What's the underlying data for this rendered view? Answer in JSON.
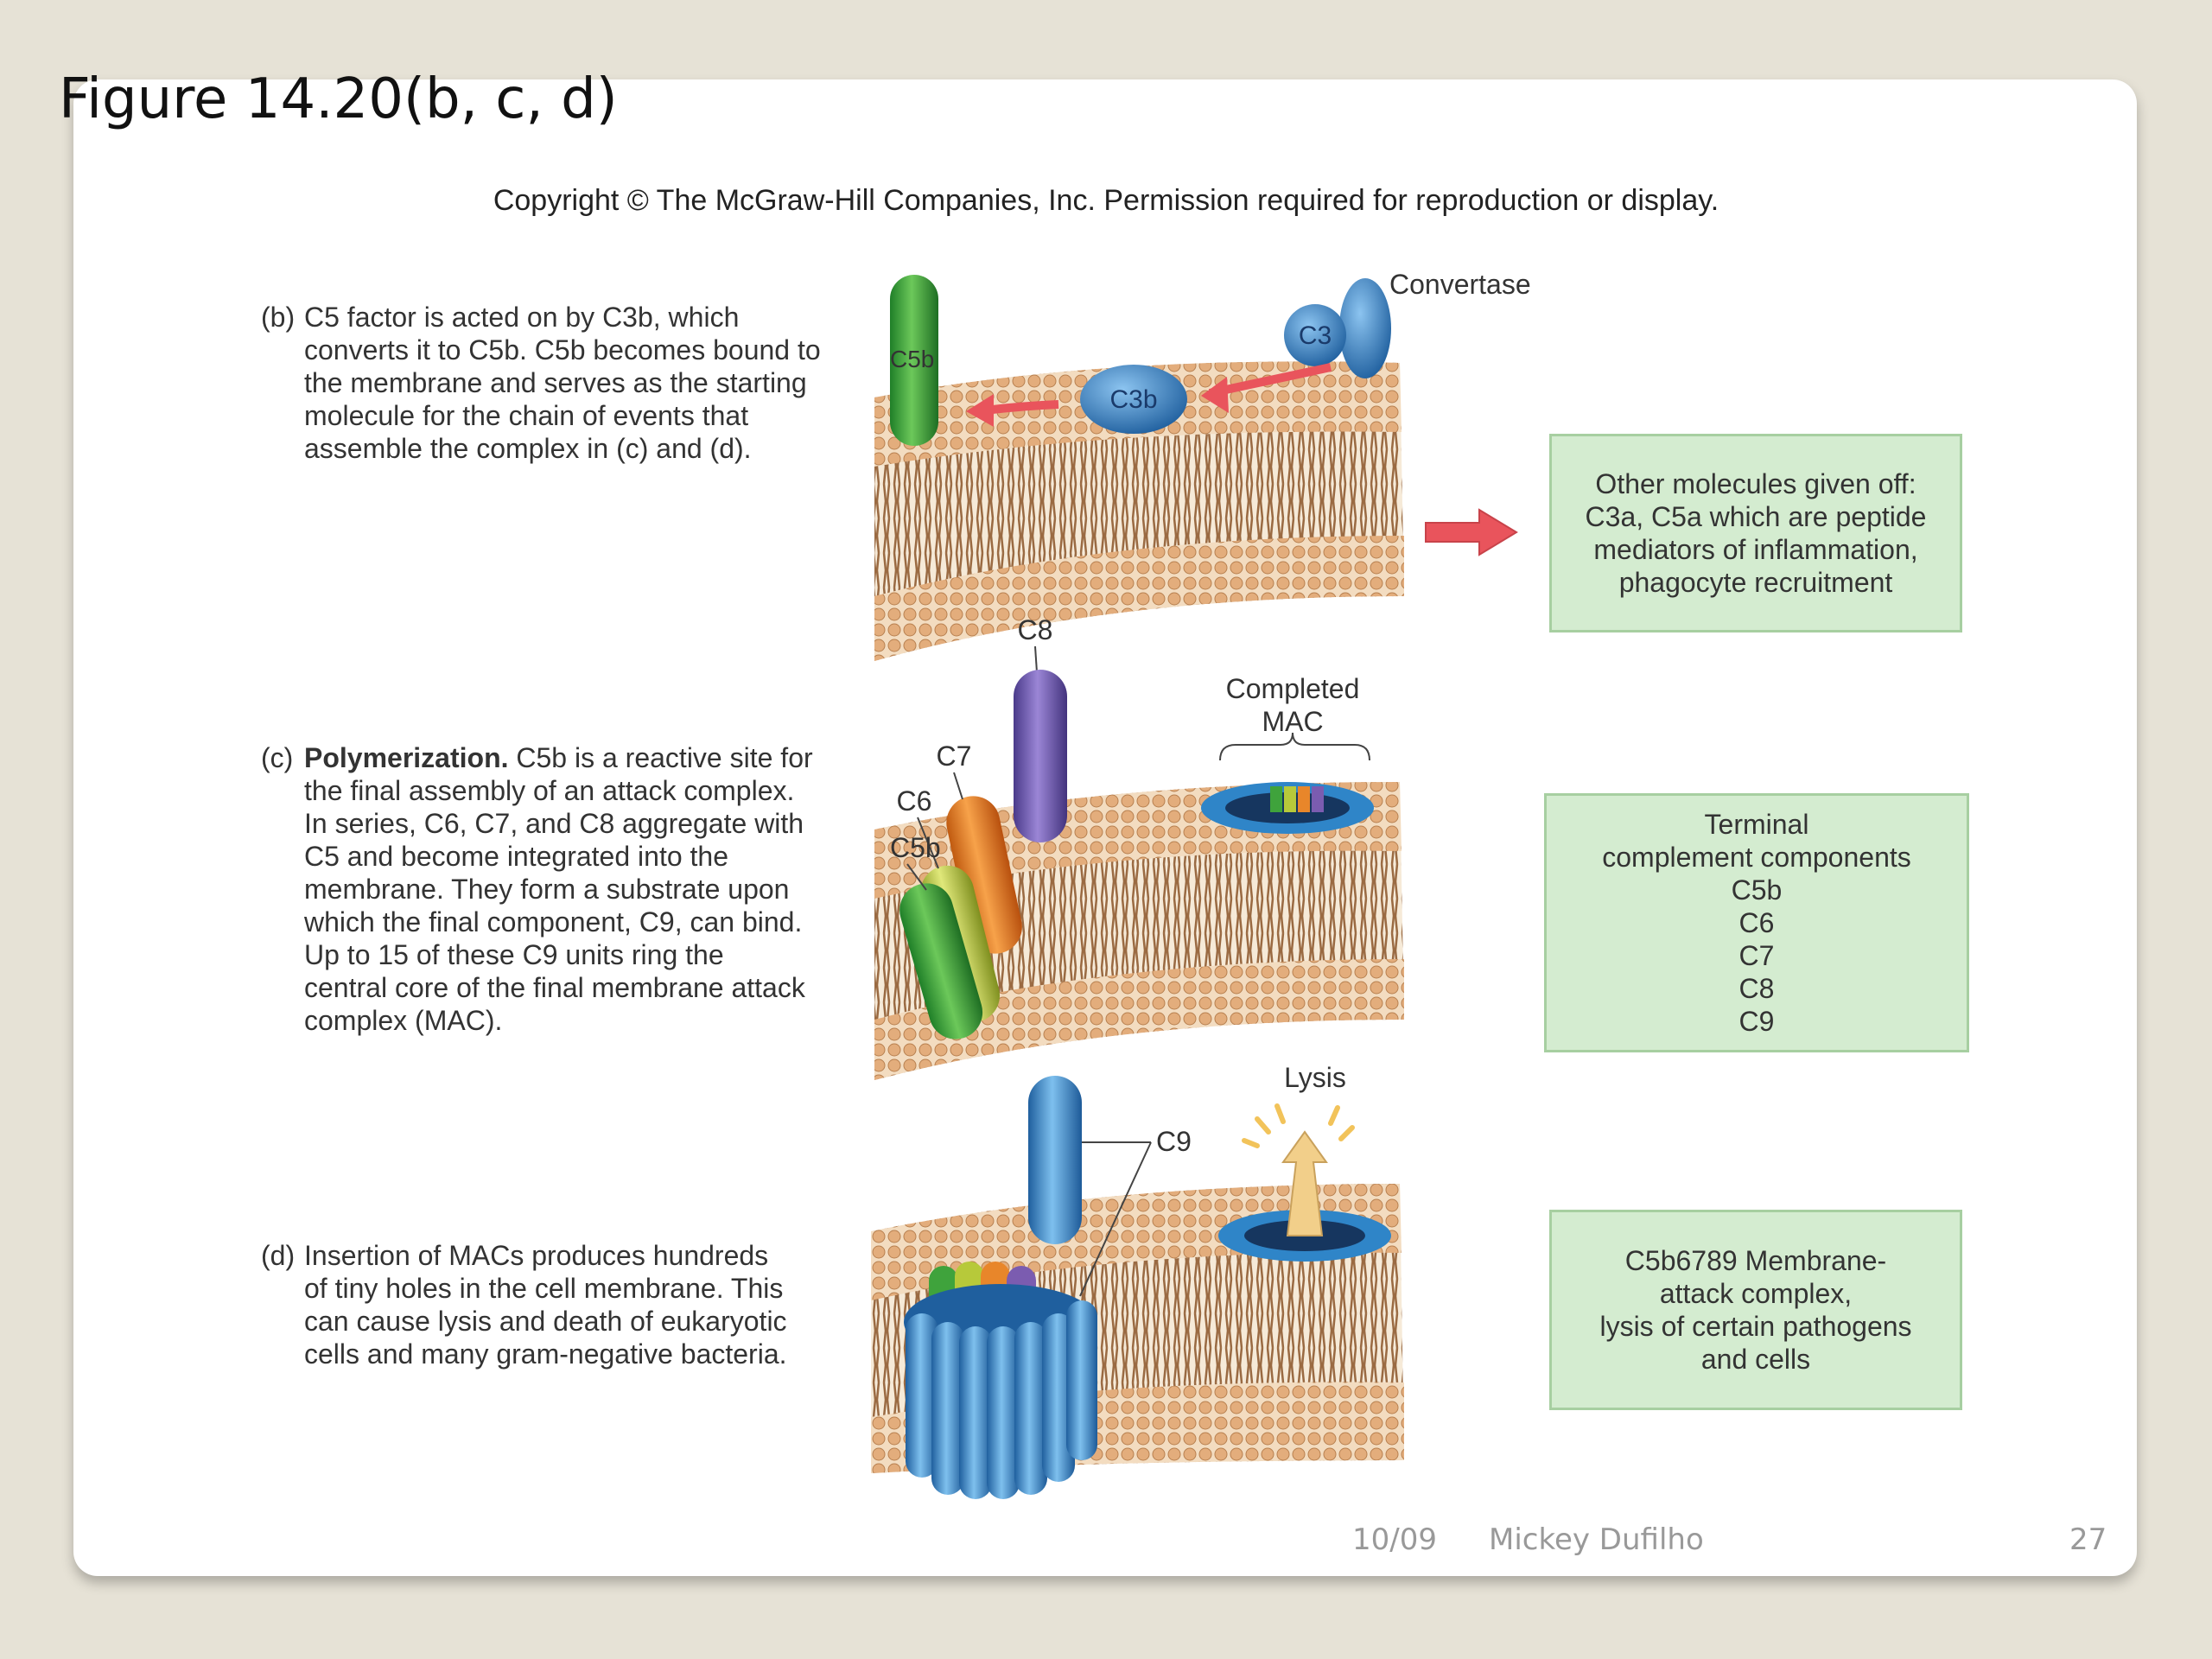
{
  "figure_title": "Figure 14.20(b, c, d)",
  "copyright": "Copyright © The McGraw-Hill Companies, Inc. Permission required for reproduction or display.",
  "panels": [
    {
      "id": "b",
      "label": "(b)",
      "text": "C5 factor is acted on by C3b, which\nconverts it to C5b. C5b becomes bound to\nthe membrane and serves as the starting\nmolecule for the chain of events that\nassemble the complex in (c) and (d).",
      "box": "Other molecules given off:\nC3a, C5a which are peptide\nmediators of inflammation,\nphagocyte recruitment"
    },
    {
      "id": "c",
      "label": "(c)",
      "bold": "Polymerization.",
      "text": " C5b is a reactive site for\nthe final assembly of an attack complex.\nIn series, C6, C7, and C8 aggregate with\nC5 and become integrated into the\nmembrane. They form a substrate upon\nwhich the final component, C9, can bind.\nUp to 15 of these C9 units ring the\ncentral core of the final membrane attack\ncomplex (MAC).",
      "box": "Terminal\ncomplement components\nC5b\nC6\nC7\nC8\nC9"
    },
    {
      "id": "d",
      "label": "(d)",
      "text": "Insertion of MACs produces hundreds\nof tiny holes in the cell membrane. This\ncan cause lysis and death of eukaryotic\ncells and many gram-negative bacteria.",
      "box": "C5b6789 Membrane-\nattack complex,\nlysis of certain pathogens\nand cells"
    }
  ],
  "labels": {
    "convertase": "Convertase",
    "c3": "C3",
    "c3b": "C3b",
    "c5b": "C5b",
    "c8": "C8",
    "c7": "C7",
    "c6": "C6",
    "c9": "C9",
    "completed_mac": "Completed\nMAC",
    "lysis": "Lysis"
  },
  "footer": {
    "date": "10/09",
    "author": "Mickey Dufilho",
    "page": "27"
  },
  "colors": {
    "lipid_head": "#e8b98a",
    "lipid_tail": "#a4724a",
    "arrow": "#e9545c",
    "box_fill": "#d4ecd0",
    "box_border": "#a7cfa1",
    "c5b": "#3fa33c",
    "c6": "#b7c93a",
    "c7": "#e8862a",
    "c8": "#7b5cb0",
    "c9": "#3a8fd0",
    "c3": "#2f7fc4"
  }
}
